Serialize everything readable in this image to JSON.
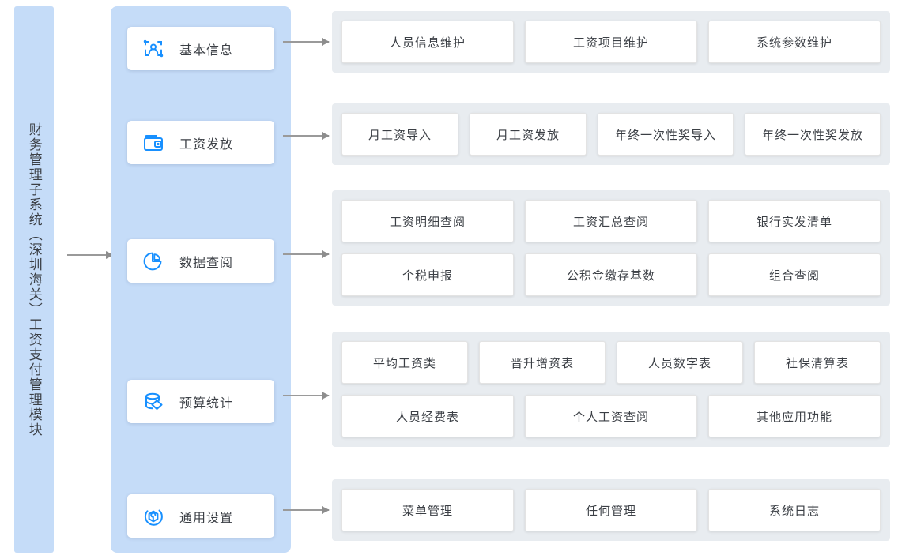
{
  "colors": {
    "accent_blue": "#1890ff",
    "panel_blue": "#c5dcf8",
    "group_gray": "#e8ecf0",
    "card_white": "#ffffff",
    "text_dark": "#3b3f45",
    "arrow_gray": "#9a9a9a"
  },
  "root": {
    "label": "财务管理子系统（深圳海关）工资支付管理模块"
  },
  "modules": [
    {
      "id": "basic-info",
      "label": "基本信息",
      "icon": "id-card-person-icon"
    },
    {
      "id": "salary-payout",
      "label": "工资发放",
      "icon": "wallet-icon"
    },
    {
      "id": "data-review",
      "label": "数据查阅",
      "icon": "pie-chart-icon"
    },
    {
      "id": "budget-stats",
      "label": "预算统计",
      "icon": "database-diamond-icon"
    },
    {
      "id": "general-settings",
      "label": "通用设置",
      "icon": "settings-circle-icon"
    }
  ],
  "groups": [
    {
      "id": "basic-info-group",
      "rows": [
        [
          "人员信息维护",
          "工资项目维护",
          "系统参数维护"
        ]
      ]
    },
    {
      "id": "salary-payout-group",
      "rows": [
        [
          "月工资导入",
          "月工资发放",
          "年终一次性奖导入",
          "年终一次性奖发放"
        ]
      ]
    },
    {
      "id": "data-review-group",
      "rows": [
        [
          "工资明细查阅",
          "工资汇总查阅",
          "银行实发清单"
        ],
        [
          "个税申报",
          "公积金缴存基数",
          "组合查阅"
        ]
      ]
    },
    {
      "id": "budget-stats-group",
      "rows": [
        [
          "平均工资类",
          "晋升增资表",
          "人员数字表",
          "社保清算表"
        ],
        [
          "人员经费表",
          "个人工资查阅",
          "其他应用功能"
        ]
      ]
    },
    {
      "id": "general-settings-group",
      "rows": [
        [
          "菜单管理",
          "任何管理",
          "系统日志"
        ]
      ]
    }
  ]
}
